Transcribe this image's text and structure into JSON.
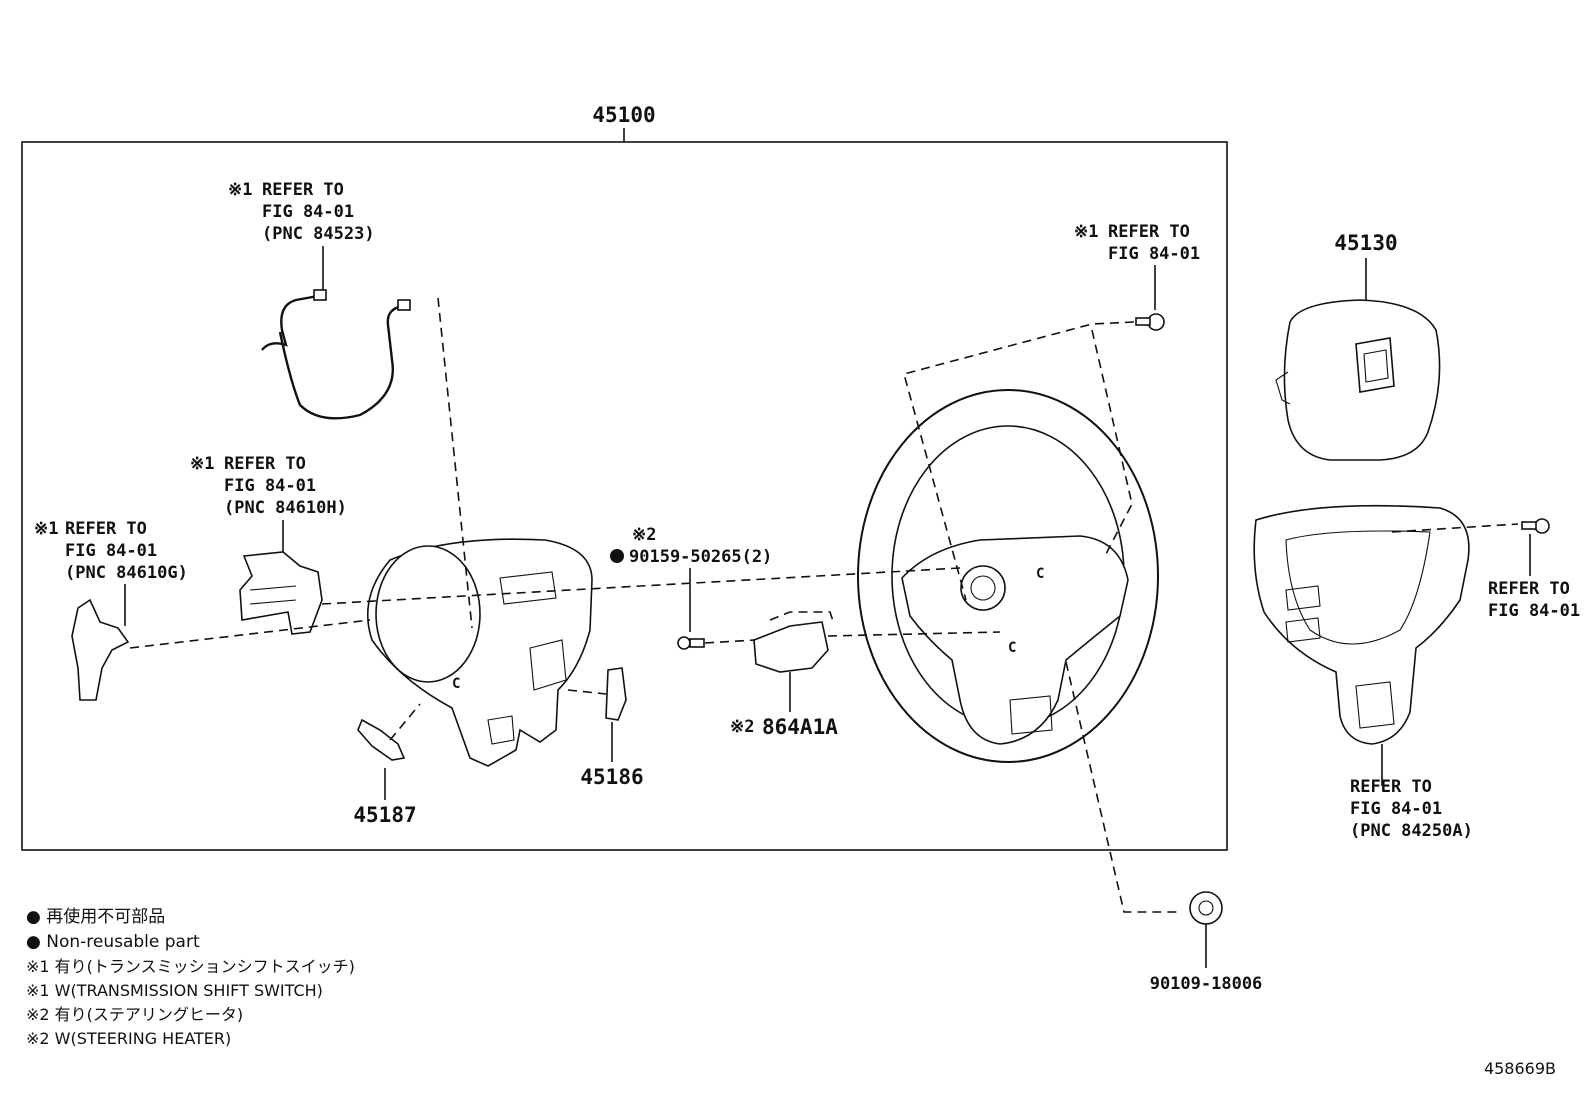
{
  "assembly": {
    "part_number": "45100"
  },
  "parts": {
    "airbag_cover": "45130",
    "lower_cover_left": "45187",
    "lower_cover_right": "45186",
    "heater_sensor": {
      "mark": "※2",
      "part_number": "864A1A"
    },
    "screw": {
      "mark": "※2",
      "part_number": "90159-50265(2)",
      "non_reusable": true
    },
    "center_bolt": "90109-18006"
  },
  "refs": {
    "wire_harness": {
      "mark": "※1",
      "lines": [
        "REFER TO",
        "FIG 84-01",
        "(PNC 84523)"
      ]
    },
    "switch_upper": {
      "mark": "※1",
      "lines": [
        "REFER TO",
        "FIG 84-01",
        "(PNC 84610H)"
      ]
    },
    "switch_paddle": {
      "mark": "※1",
      "lines": [
        "REFER TO",
        "FIG 84-01",
        "(PNC 84610G)"
      ]
    },
    "wheel_screw": {
      "mark": "※1",
      "lines": [
        "REFER TO",
        "FIG 84-01"
      ]
    },
    "right_screw": {
      "lines": [
        "REFER TO",
        "FIG 84-01"
      ]
    },
    "right_cover": {
      "lines": [
        "REFER TO",
        "FIG 84-01",
        "(PNC 84250A)"
      ]
    }
  },
  "legend": [
    "● 再使用不可部品",
    "● Non-reusable part",
    "※1 有り(トランスミッションシフトスイッチ)",
    "※1 W(TRANSMISSION SHIFT SWITCH)",
    "※2 有り(ステアリングヒータ)",
    "※2 W(STEERING HEATER)"
  ],
  "drawing_id": "458669B"
}
